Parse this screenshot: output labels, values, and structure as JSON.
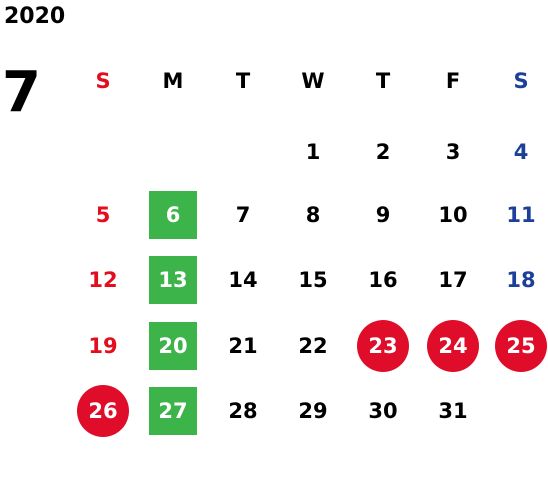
{
  "year": "2020",
  "month": "7",
  "weekdays": [
    "S",
    "M",
    "T",
    "W",
    "T",
    "F",
    "S"
  ],
  "weeks": [
    [
      "",
      "",
      "",
      "1",
      "2",
      "3",
      "4"
    ],
    [
      "5",
      "6",
      "7",
      "8",
      "9",
      "10",
      "11"
    ],
    [
      "12",
      "13",
      "14",
      "15",
      "16",
      "17",
      "18"
    ],
    [
      "19",
      "20",
      "21",
      "22",
      "23",
      "24",
      "25"
    ],
    [
      "26",
      "27",
      "28",
      "29",
      "30",
      "31",
      ""
    ]
  ],
  "highlight_green": [
    "6",
    "13",
    "20",
    "27"
  ],
  "highlight_red_circle": [
    "23",
    "24",
    "25",
    "26"
  ],
  "colors": {
    "sunday": "#e30d1e",
    "saturday": "#1c3f99",
    "weekday": "#000000",
    "green": "#3cb44a",
    "red": "#e00d2a"
  }
}
